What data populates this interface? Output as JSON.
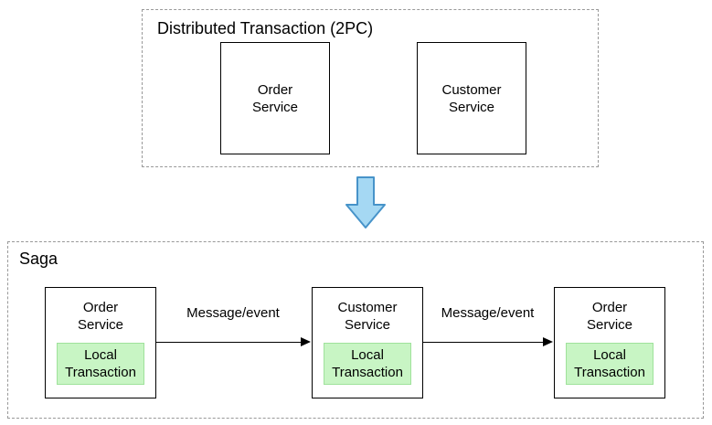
{
  "diagram": {
    "top": {
      "title": "Distributed Transaction (2PC)",
      "boxes": [
        {
          "label": "Order Service"
        },
        {
          "label": "Customer Service"
        }
      ]
    },
    "bottom": {
      "title": "Saga",
      "boxes": [
        {
          "label": "Order Service",
          "inner": "Local Transaction"
        },
        {
          "label": "Customer Service",
          "inner": "Local Transaction"
        },
        {
          "label": "Order Service",
          "inner": "Local Transaction"
        }
      ],
      "edges": [
        {
          "label": "Message/event"
        },
        {
          "label": "Message/event"
        }
      ]
    },
    "icons": {
      "down_arrow": "down-arrow-icon",
      "arrowhead": "arrowhead-right-icon"
    },
    "colors": {
      "node_border": "#000000",
      "group_border": "#999999",
      "local_transaction_fill": "#c8f5c4",
      "local_transaction_border": "#9fe29b",
      "down_arrow_fill": "#a5d8f3",
      "down_arrow_border": "#4793c9",
      "edge_color": "#000000",
      "background": "#ffffff"
    }
  }
}
